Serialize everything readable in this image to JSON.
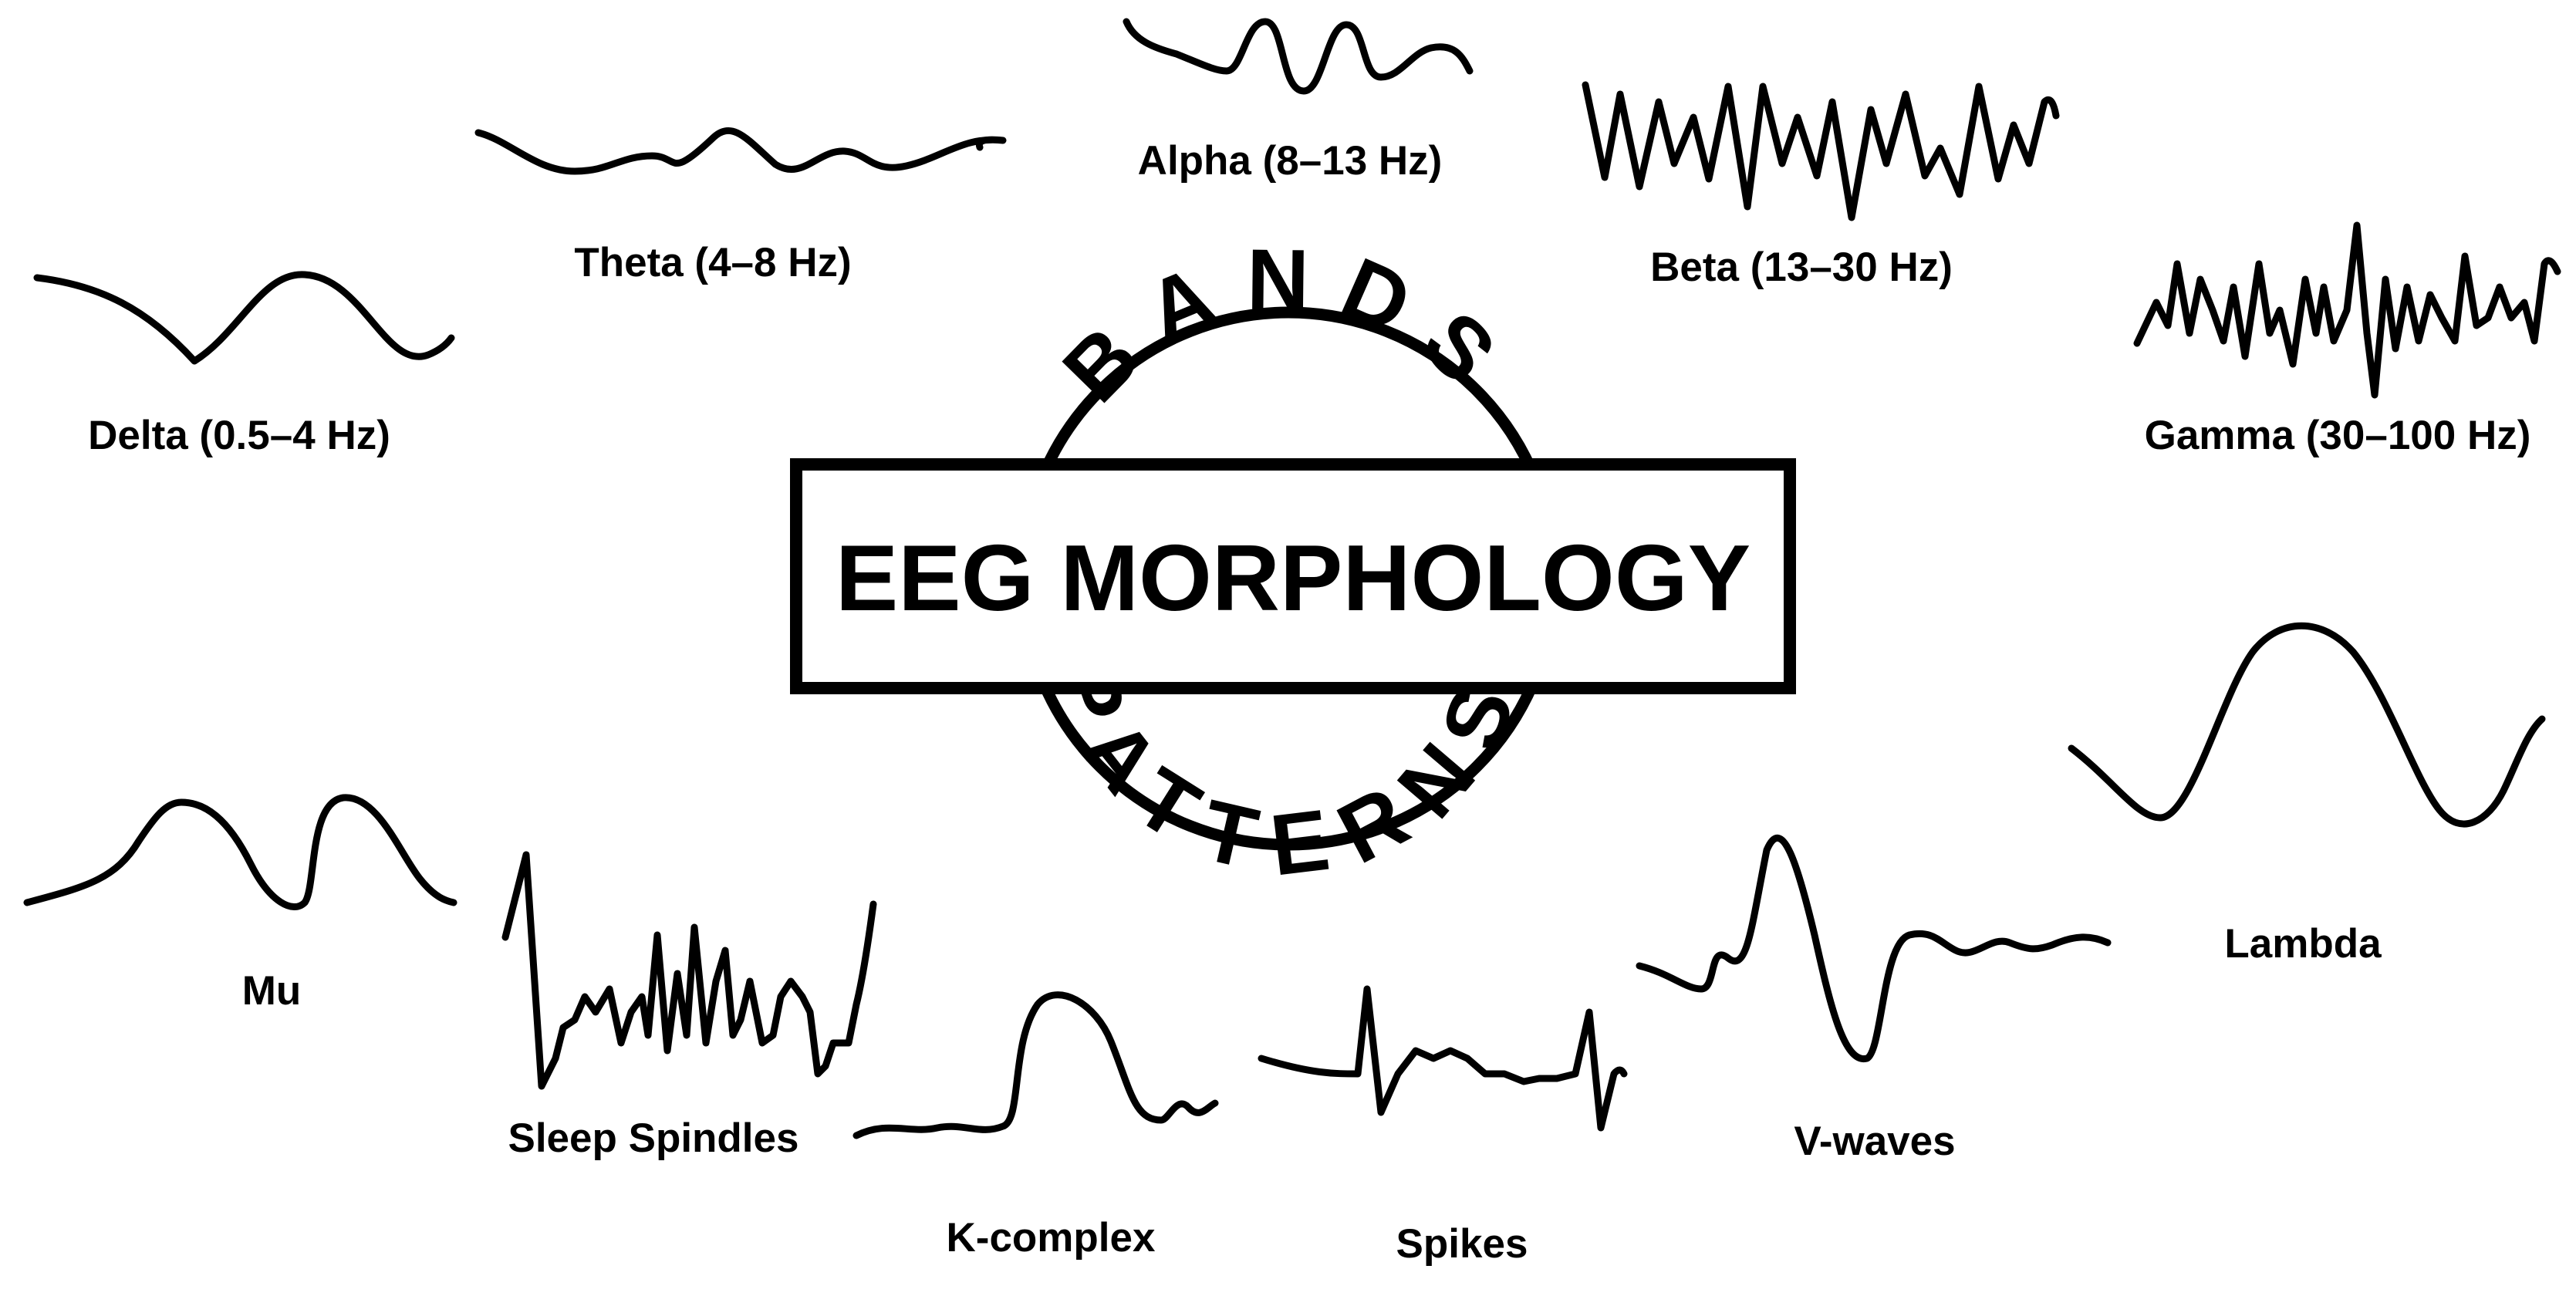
{
  "title": "EEG MORPHOLOGY",
  "ring": {
    "top_word": "BANDS",
    "bottom_word": "PATTERNS"
  },
  "bands": [
    {
      "id": "delta",
      "label": "Delta (0.5–4 Hz)"
    },
    {
      "id": "theta",
      "label": "Theta (4–8 Hz)"
    },
    {
      "id": "alpha",
      "label": "Alpha (8–13 Hz)"
    },
    {
      "id": "beta",
      "label": "Beta (13–30 Hz)"
    },
    {
      "id": "gamma",
      "label": "Gamma (30–100 Hz)"
    }
  ],
  "patterns": [
    {
      "id": "mu",
      "label": "Mu"
    },
    {
      "id": "sleep-spindles",
      "label": "Sleep Spindles"
    },
    {
      "id": "k-complex",
      "label": "K-complex"
    },
    {
      "id": "spikes",
      "label": "Spikes"
    },
    {
      "id": "v-waves",
      "label": "V-waves"
    },
    {
      "id": "lambda",
      "label": "Lambda"
    }
  ],
  "colors": {
    "ink": "#000000",
    "background": "#ffffff"
  }
}
